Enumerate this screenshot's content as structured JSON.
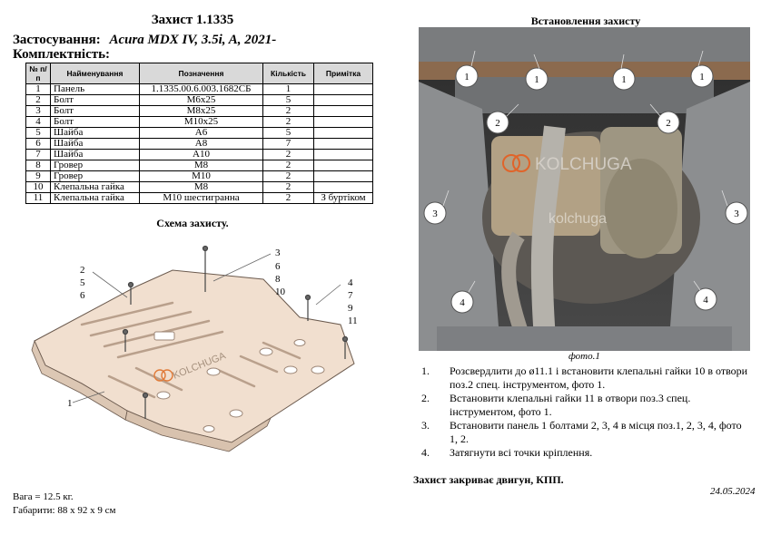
{
  "header": {
    "title": "Захист 1.1335",
    "application_label": "Застосування:",
    "application_value": "Acura MDX IV, 3.5i, A, 2021-",
    "kit_label": "Комплектність:"
  },
  "parts_table": {
    "columns": [
      "№ п/п",
      "Найменування",
      "Позначення",
      "Кількість",
      "Примітка"
    ],
    "rows": [
      [
        "1",
        "Панель",
        "1.1335.00.6.003.1682СБ",
        "1",
        ""
      ],
      [
        "2",
        "Болт",
        "М6х25",
        "5",
        ""
      ],
      [
        "3",
        "Болт",
        "М8х25",
        "2",
        ""
      ],
      [
        "4",
        "Болт",
        "М10х25",
        "2",
        ""
      ],
      [
        "5",
        "Шайба",
        "А6",
        "5",
        ""
      ],
      [
        "6",
        "Шайба",
        "А8",
        "7",
        ""
      ],
      [
        "7",
        "Шайба",
        "А10",
        "2",
        ""
      ],
      [
        "8",
        "Гровер",
        "М8",
        "2",
        ""
      ],
      [
        "9",
        "Гровер",
        "М10",
        "2",
        ""
      ],
      [
        "10",
        "Клепальна гайка",
        "М8",
        "2",
        ""
      ],
      [
        "11",
        "Клепальна гайка",
        "М10 шестигранна",
        "2",
        "З буртіком"
      ]
    ]
  },
  "scheme": {
    "title": "Схема захисту.",
    "callouts": {
      "left_top": [
        "2",
        "5",
        "6"
      ],
      "right_top": [
        "3",
        "6",
        "8",
        "10"
      ],
      "right": [
        "4",
        "7",
        "9",
        "11"
      ],
      "left_bottom": [
        "1"
      ]
    },
    "logo": "KOLCHUGA"
  },
  "specs": {
    "weight": "Вага = 12.5 кг.",
    "dimensions": "Габарити: 88 х 92 х 9 см"
  },
  "installation": {
    "title": "Встановлення захисту",
    "photo_caption": "фото.1",
    "photo_logo": "KOLCHUGA",
    "photo_watermark": "kolchuga",
    "photo_markers": [
      "1",
      "1",
      "1",
      "1",
      "2",
      "2",
      "3",
      "3",
      "4",
      "4"
    ],
    "steps": [
      "Розсвердлити до ø11.1 і встановити клепальні гайки 10 в отвори поз.2 спец. інструментом, фото 1.",
      "Встановити клепальні гайки 11 в отвори поз.3 спец. інструментом, фото 1.",
      "Встановити панель 1 болтами 2, 3, 4 в місця поз.1, 2, 3, 4, фото 1, 2.",
      "Затягнути всі точки кріплення."
    ],
    "step_numbers": [
      "1.",
      "2.",
      "3.",
      "4."
    ],
    "covers": "Захист закриває двигун, КПП.",
    "date": "24.05.2024"
  }
}
